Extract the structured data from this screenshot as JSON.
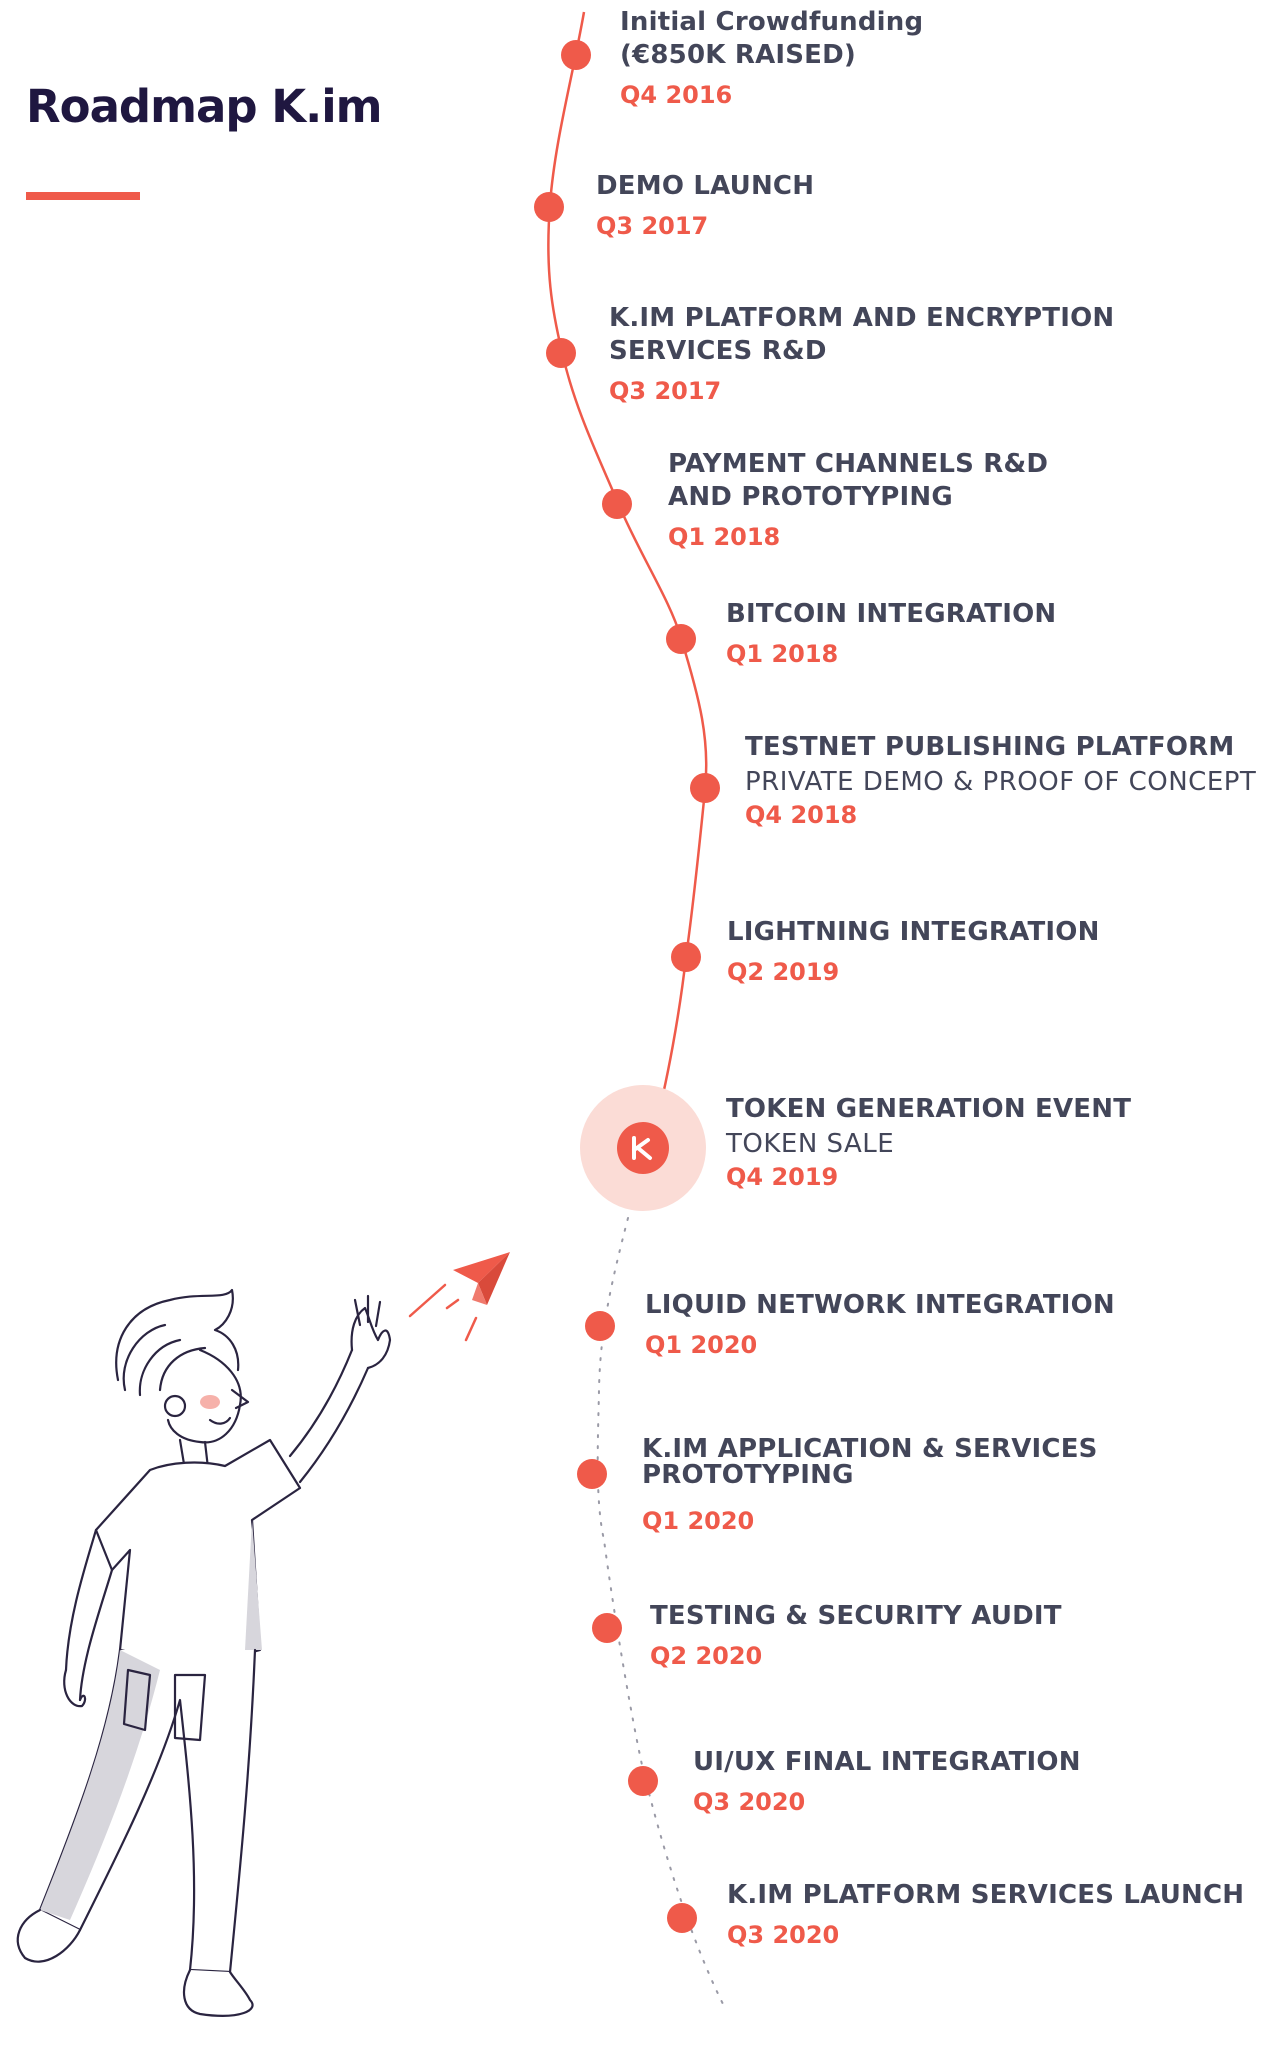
{
  "page": {
    "title": "Roadmap K.im",
    "accent_color": "#ef5a4a",
    "title_color": "#1f1740",
    "text_color": "#434659"
  },
  "milestones": [
    {
      "title": "Initial Crowdfunding",
      "title2": "(€850K RAISED)",
      "date": "Q4 2016"
    },
    {
      "title": "DEMO LAUNCH",
      "date": "Q3 2017"
    },
    {
      "title": "K.IM PLATFORM AND ENCRYPTION",
      "title2": "SERVICES R&D",
      "date": "Q3 2017"
    },
    {
      "title": "PAYMENT CHANNELS R&D",
      "title2": "AND PROTOTYPING",
      "date": "Q1 2018"
    },
    {
      "title": "BITCOIN INTEGRATION",
      "date": "Q1 2018"
    },
    {
      "title": "TESTNET PUBLISHING PLATFORM",
      "subtitle": "PRIVATE DEMO & PROOF OF CONCEPT",
      "date": "Q4 2018"
    },
    {
      "title": "LIGHTNING INTEGRATION",
      "date": "Q2 2019"
    },
    {
      "title": "TOKEN GENERATION EVENT",
      "subtitle": "TOKEN SALE",
      "date": "Q4 2019",
      "current": true
    },
    {
      "title": "LIQUID NETWORK INTEGRATION",
      "date": "Q1 2020"
    },
    {
      "title": "K.IM APPLICATION & SERVICES",
      "title2": "PROTOTYPING",
      "date": "Q1 2020"
    },
    {
      "title": "TESTING & SECURITY AUDIT",
      "date": "Q2 2020"
    },
    {
      "title": "UI/UX FINAL INTEGRATION",
      "date": "Q3 2020"
    },
    {
      "title": "K.IM PLATFORM SERVICES LAUNCH",
      "date": "Q3 2020"
    }
  ],
  "icons": {
    "current_marker": "k-logo-icon",
    "illustration": "person-throwing-paper-plane",
    "paper_plane": "paper-plane-icon"
  }
}
